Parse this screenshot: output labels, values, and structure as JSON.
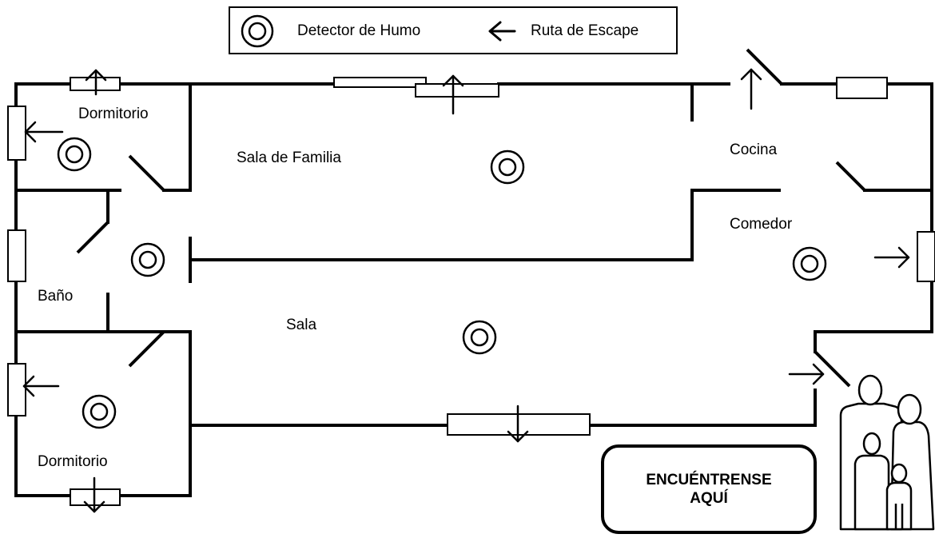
{
  "legend": {
    "smoke_detector": "Detector de Humo",
    "escape_route": "Ruta de Escape"
  },
  "rooms": {
    "bedroom_top": "Dormitorio",
    "family_room": "Sala de Familia",
    "kitchen": "Cocina",
    "dining": "Comedor",
    "bathroom": "Baño",
    "living": "Sala",
    "bedroom_bottom": "Dormitorio"
  },
  "meeting_point": "ENCUÉNTRENSE\nAQUÍ",
  "icons": {
    "smoke_detector": "double-ring",
    "escape_arrow": "arrow",
    "family": "family-figures"
  },
  "colors": {
    "line": "#000000",
    "background": "#ffffff"
  }
}
